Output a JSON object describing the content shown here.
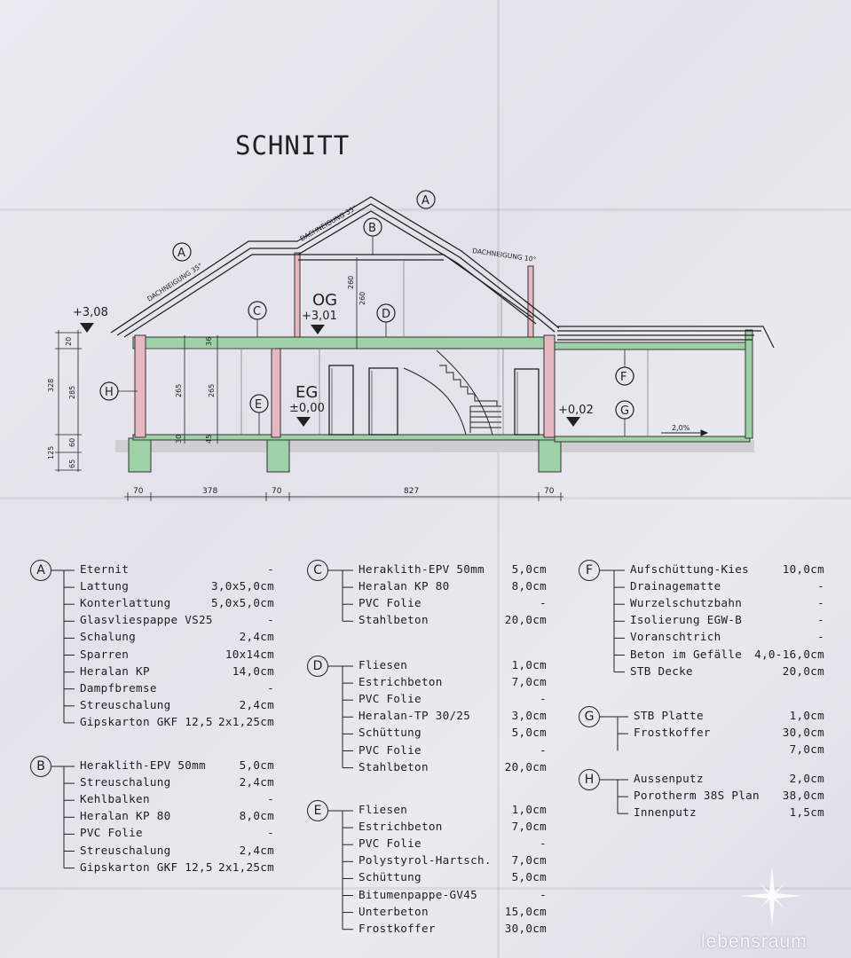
{
  "title": "SCHNITT",
  "drawing": {
    "level_labels": [
      "OG",
      "EG"
    ],
    "elevations": [
      "+3,08",
      "+3,01",
      "±0,00",
      "+0,02"
    ],
    "roof_pitch_labels": [
      "DACHNEIGUNG 35°",
      "DACHNEIGUNG 35°",
      "DACHNEIGUNG 10°"
    ],
    "slope_label": "2,0%",
    "section_markers": [
      "A",
      "B",
      "C",
      "D",
      "E",
      "F",
      "G",
      "H"
    ],
    "horizontal_dimensions": [
      "70",
      "378",
      "70",
      "827",
      "70"
    ],
    "vertical_dimensions_left": [
      "20",
      "328",
      "285",
      "125",
      "60",
      "65"
    ],
    "vertical_dimensions_inner": [
      "36",
      "265",
      "30",
      "45",
      "265",
      "260",
      "260"
    ]
  },
  "legend": [
    {
      "id": "A",
      "rows": [
        {
          "name": "Eternit",
          "value": "-"
        },
        {
          "name": "Lattung",
          "value": "3,0x5,0cm"
        },
        {
          "name": "Konterlattung",
          "value": "5,0x5,0cm"
        },
        {
          "name": "Glasvliespappe VS25",
          "value": "-"
        },
        {
          "name": "Schalung",
          "value": "2,4cm"
        },
        {
          "name": "Sparren",
          "value": "10x14cm"
        },
        {
          "name": "Heralan KP",
          "value": "14,0cm"
        },
        {
          "name": "Dampfbremse",
          "value": "-"
        },
        {
          "name": "Streuschalung",
          "value": "2,4cm"
        },
        {
          "name": "Gipskarton GKF 12,5",
          "value": "2x1,25cm"
        }
      ]
    },
    {
      "id": "B",
      "rows": [
        {
          "name": "Heraklith-EPV 50mm",
          "value": "5,0cm"
        },
        {
          "name": "Streuschalung",
          "value": "2,4cm"
        },
        {
          "name": "Kehlbalken",
          "value": "-"
        },
        {
          "name": "Heralan KP 80",
          "value": "8,0cm"
        },
        {
          "name": "PVC Folie",
          "value": "-"
        },
        {
          "name": "Streuschalung",
          "value": "2,4cm"
        },
        {
          "name": "Gipskarton GKF 12,5",
          "value": "2x1,25cm"
        }
      ]
    },
    {
      "id": "C",
      "rows": [
        {
          "name": "Heraklith-EPV 50mm",
          "value": "5,0cm"
        },
        {
          "name": "Heralan KP 80",
          "value": "8,0cm"
        },
        {
          "name": "PVC Folie",
          "value": "-"
        },
        {
          "name": "Stahlbeton",
          "value": "20,0cm"
        }
      ]
    },
    {
      "id": "D",
      "rows": [
        {
          "name": "Fliesen",
          "value": "1,0cm"
        },
        {
          "name": "Estrichbeton",
          "value": "7,0cm"
        },
        {
          "name": "PVC Folie",
          "value": "-"
        },
        {
          "name": "Heralan-TP 30/25",
          "value": "3,0cm"
        },
        {
          "name": "Schüttung",
          "value": "5,0cm"
        },
        {
          "name": "PVC Folie",
          "value": "-"
        },
        {
          "name": "Stahlbeton",
          "value": "20,0cm"
        }
      ]
    },
    {
      "id": "E",
      "rows": [
        {
          "name": "Fliesen",
          "value": "1,0cm"
        },
        {
          "name": "Estrichbeton",
          "value": "7,0cm"
        },
        {
          "name": "PVC Folie",
          "value": "-"
        },
        {
          "name": "Polystyrol-Hartsch.",
          "value": "7,0cm"
        },
        {
          "name": "Schüttung",
          "value": "5,0cm"
        },
        {
          "name": "Bitumenpappe-GV45",
          "value": "-"
        },
        {
          "name": "Unterbeton",
          "value": "15,0cm"
        },
        {
          "name": "Frostkoffer",
          "value": "30,0cm"
        }
      ]
    },
    {
      "id": "F",
      "rows": [
        {
          "name": "Aufschüttung-Kies",
          "value": "10,0cm"
        },
        {
          "name": "Drainagematte",
          "value": "-"
        },
        {
          "name": "Wurzelschutzbahn",
          "value": "-"
        },
        {
          "name": "Isolierung EGW-B",
          "value": "-"
        },
        {
          "name": "Voranschtrich",
          "value": "-"
        },
        {
          "name": "Beton im Gefälle",
          "value": "4,0-16,0cm"
        },
        {
          "name": "STB Decke",
          "value": "20,0cm"
        }
      ]
    },
    {
      "id": "G",
      "rows": [
        {
          "name": "STB Platte",
          "value": "1,0cm"
        },
        {
          "name": "Frostkoffer",
          "value": "30,0cm"
        },
        {
          "name": "",
          "value": "7,0cm"
        }
      ]
    },
    {
      "id": "H",
      "rows": [
        {
          "name": "Aussenputz",
          "value": "2,0cm"
        },
        {
          "name": "Porotherm 38S Plan",
          "value": "38,0cm"
        },
        {
          "name": "Innenputz",
          "value": "1,5cm"
        }
      ]
    }
  ],
  "logo": "lebensraum",
  "colors": {
    "paper": "#e8e7ee",
    "ink": "#1d1c22",
    "slab_green": "#9fd1a9",
    "wall_pink": "#e7b8c2",
    "fill_grey": "#cfcfd3"
  }
}
